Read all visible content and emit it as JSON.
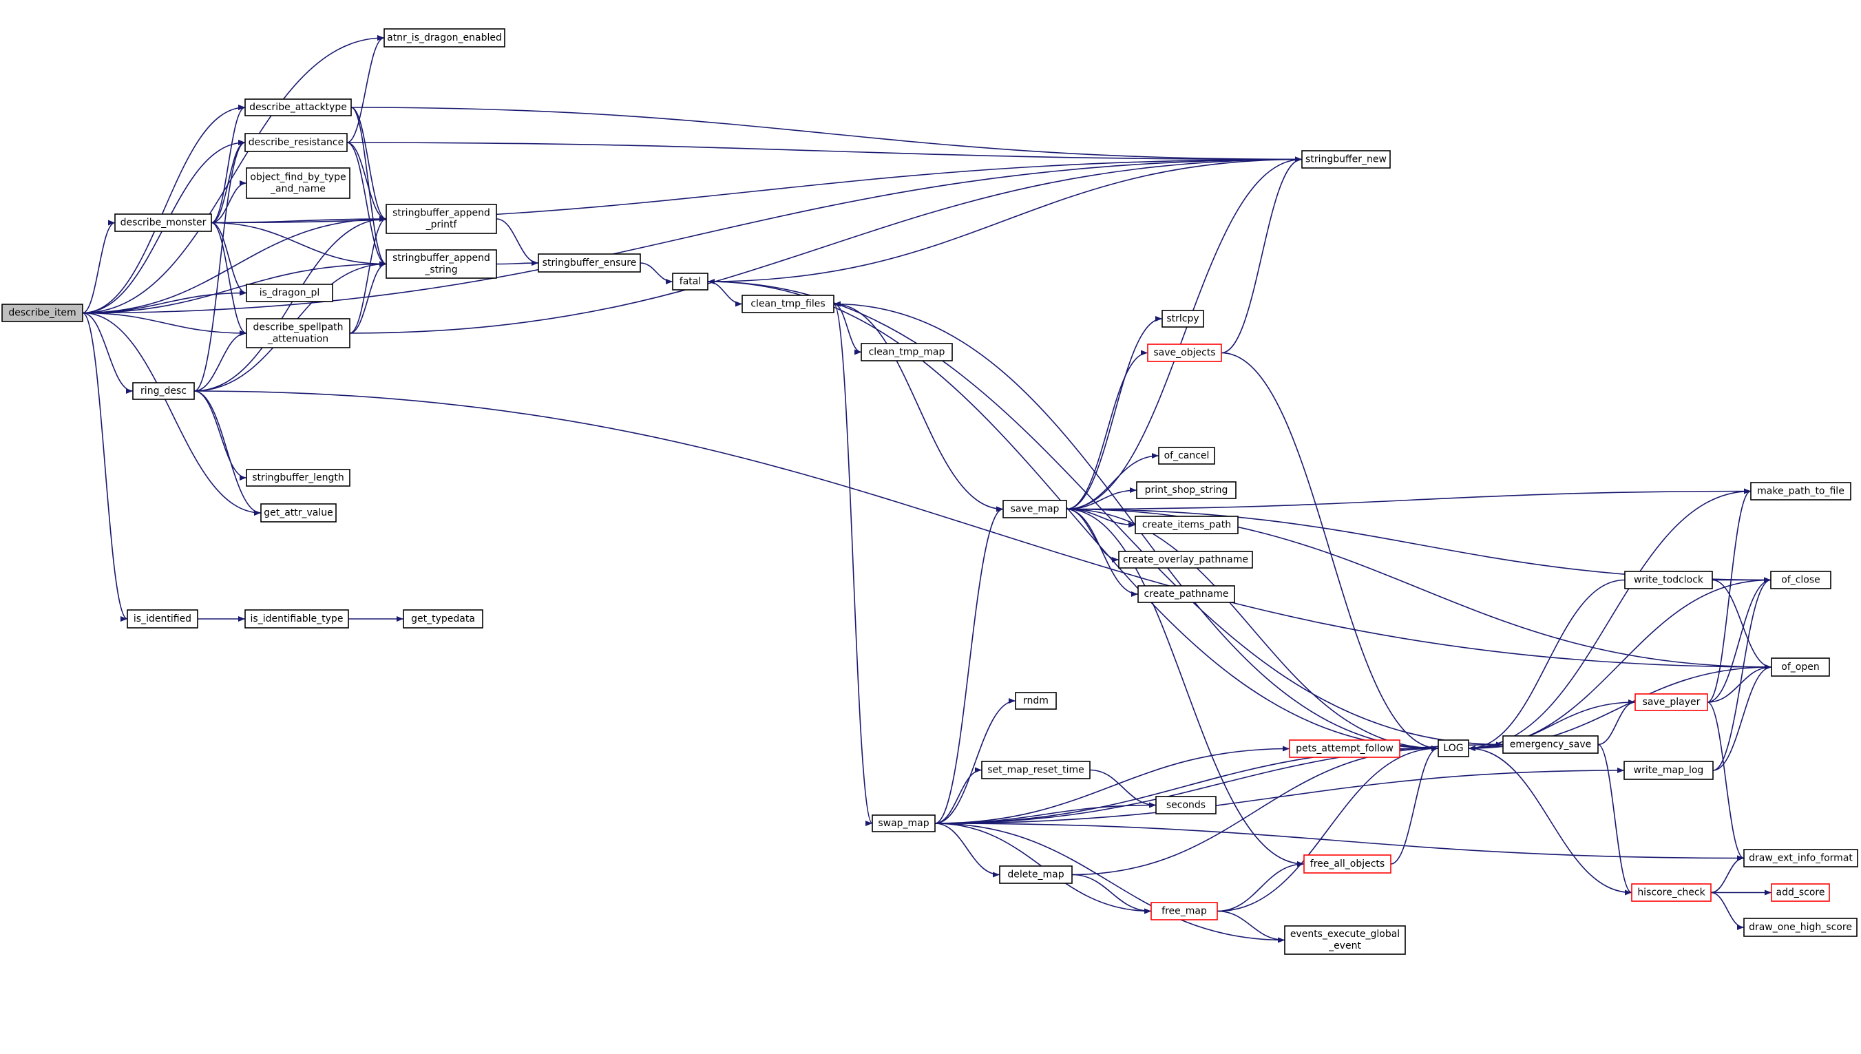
{
  "colors": {
    "edge": "#191970",
    "root_fill": "#bfbfbf",
    "node_border": "#000000",
    "truncated_border": "#ff0000"
  },
  "nodes": {
    "describe_item": {
      "lines": [
        "describe_item"
      ],
      "root": true
    },
    "atnr_is_dragon_enabled": {
      "lines": [
        "atnr_is_dragon_enabled"
      ]
    },
    "describe_attacktype": {
      "lines": [
        "describe_attacktype"
      ]
    },
    "describe_resistance": {
      "lines": [
        "describe_resistance"
      ]
    },
    "object_find_by_type_and_name": {
      "lines": [
        "object_find_by_type",
        "_and_name"
      ]
    },
    "describe_monster": {
      "lines": [
        "describe_monster"
      ]
    },
    "stringbuffer_append_printf": {
      "lines": [
        "stringbuffer_append",
        "_printf"
      ]
    },
    "stringbuffer_append_string": {
      "lines": [
        "stringbuffer_append",
        "_string"
      ]
    },
    "stringbuffer_ensure": {
      "lines": [
        "stringbuffer_ensure"
      ]
    },
    "is_dragon_pl": {
      "lines": [
        "is_dragon_pl"
      ]
    },
    "describe_spellpath_attenuation": {
      "lines": [
        "describe_spellpath",
        "_attenuation"
      ]
    },
    "ring_desc": {
      "lines": [
        "ring_desc"
      ]
    },
    "stringbuffer_length": {
      "lines": [
        "stringbuffer_length"
      ]
    },
    "get_attr_value": {
      "lines": [
        "get_attr_value"
      ]
    },
    "is_identified": {
      "lines": [
        "is_identified"
      ]
    },
    "is_identifiable_type": {
      "lines": [
        "is_identifiable_type"
      ]
    },
    "get_typedata": {
      "lines": [
        "get_typedata"
      ]
    },
    "stringbuffer_new": {
      "lines": [
        "stringbuffer_new"
      ]
    },
    "fatal": {
      "lines": [
        "fatal"
      ]
    },
    "clean_tmp_files": {
      "lines": [
        "clean_tmp_files"
      ]
    },
    "clean_tmp_map": {
      "lines": [
        "clean_tmp_map"
      ]
    },
    "strlcpy": {
      "lines": [
        "strlcpy"
      ]
    },
    "save_objects": {
      "lines": [
        "save_objects"
      ],
      "truncated": true
    },
    "of_cancel": {
      "lines": [
        "of_cancel"
      ]
    },
    "print_shop_string": {
      "lines": [
        "print_shop_string"
      ]
    },
    "save_map": {
      "lines": [
        "save_map"
      ]
    },
    "create_items_path": {
      "lines": [
        "create_items_path"
      ]
    },
    "create_overlay_pathname": {
      "lines": [
        "create_overlay_pathname"
      ]
    },
    "create_pathname": {
      "lines": [
        "create_pathname"
      ]
    },
    "make_path_to_file": {
      "lines": [
        "make_path_to_file"
      ]
    },
    "write_todclock": {
      "lines": [
        "write_todclock"
      ]
    },
    "of_close": {
      "lines": [
        "of_close"
      ]
    },
    "of_open": {
      "lines": [
        "of_open"
      ]
    },
    "rndm": {
      "lines": [
        "rndm"
      ]
    },
    "save_player": {
      "lines": [
        "save_player"
      ],
      "truncated": true
    },
    "pets_attempt_follow": {
      "lines": [
        "pets_attempt_follow"
      ],
      "truncated": true
    },
    "LOG": {
      "lines": [
        "LOG"
      ]
    },
    "emergency_save": {
      "lines": [
        "emergency_save"
      ]
    },
    "write_map_log": {
      "lines": [
        "write_map_log"
      ]
    },
    "set_map_reset_time": {
      "lines": [
        "set_map_reset_time"
      ]
    },
    "seconds": {
      "lines": [
        "seconds"
      ]
    },
    "swap_map": {
      "lines": [
        "swap_map"
      ]
    },
    "delete_map": {
      "lines": [
        "delete_map"
      ]
    },
    "free_all_objects": {
      "lines": [
        "free_all_objects"
      ],
      "truncated": true
    },
    "draw_ext_info_format": {
      "lines": [
        "draw_ext_info_format"
      ]
    },
    "hiscore_check": {
      "lines": [
        "hiscore_check"
      ],
      "truncated": true
    },
    "add_score": {
      "lines": [
        "add_score"
      ],
      "truncated": true
    },
    "draw_one_high_score": {
      "lines": [
        "draw_one_high_score"
      ]
    },
    "free_map": {
      "lines": [
        "free_map"
      ],
      "truncated": true
    },
    "events_execute_global_event": {
      "lines": [
        "events_execute_global",
        "_event"
      ]
    }
  },
  "edges": [
    [
      "describe_item",
      "atnr_is_dragon_enabled"
    ],
    [
      "describe_item",
      "stringbuffer_new"
    ],
    [
      "describe_item",
      "describe_attacktype"
    ],
    [
      "describe_item",
      "describe_resistance"
    ],
    [
      "describe_item",
      "describe_monster"
    ],
    [
      "describe_item",
      "is_dragon_pl"
    ],
    [
      "describe_item",
      "describe_spellpath_attenuation"
    ],
    [
      "describe_item",
      "ring_desc"
    ],
    [
      "describe_item",
      "get_attr_value"
    ],
    [
      "describe_item",
      "stringbuffer_append_printf"
    ],
    [
      "describe_item",
      "stringbuffer_append_string"
    ],
    [
      "describe_item",
      "is_identified"
    ],
    [
      "describe_attacktype",
      "stringbuffer_new"
    ],
    [
      "describe_attacktype",
      "stringbuffer_append_printf"
    ],
    [
      "describe_attacktype",
      "stringbuffer_append_string"
    ],
    [
      "describe_resistance",
      "atnr_is_dragon_enabled"
    ],
    [
      "describe_resistance",
      "stringbuffer_new"
    ],
    [
      "describe_resistance",
      "stringbuffer_append_printf"
    ],
    [
      "describe_resistance",
      "stringbuffer_append_string"
    ],
    [
      "describe_monster",
      "stringbuffer_new"
    ],
    [
      "describe_monster",
      "describe_attacktype"
    ],
    [
      "describe_monster",
      "describe_resistance"
    ],
    [
      "describe_monster",
      "object_find_by_type_and_name"
    ],
    [
      "describe_monster",
      "stringbuffer_append_printf"
    ],
    [
      "describe_monster",
      "stringbuffer_append_string"
    ],
    [
      "describe_monster",
      "is_dragon_pl"
    ],
    [
      "describe_monster",
      "describe_spellpath_attenuation"
    ],
    [
      "describe_spellpath_attenuation",
      "stringbuffer_new"
    ],
    [
      "describe_spellpath_attenuation",
      "stringbuffer_append_printf"
    ],
    [
      "describe_spellpath_attenuation",
      "stringbuffer_append_string"
    ],
    [
      "ring_desc",
      "describe_resistance"
    ],
    [
      "ring_desc",
      "describe_spellpath_attenuation"
    ],
    [
      "ring_desc",
      "stringbuffer_append_printf"
    ],
    [
      "ring_desc",
      "stringbuffer_append_string"
    ],
    [
      "ring_desc",
      "stringbuffer_length"
    ],
    [
      "ring_desc",
      "get_attr_value"
    ],
    [
      "ring_desc",
      "of_open"
    ],
    [
      "stringbuffer_append_printf",
      "stringbuffer_ensure"
    ],
    [
      "stringbuffer_append_string",
      "stringbuffer_ensure"
    ],
    [
      "stringbuffer_ensure",
      "fatal"
    ],
    [
      "stringbuffer_new",
      "fatal"
    ],
    [
      "is_identified",
      "is_identifiable_type"
    ],
    [
      "is_identifiable_type",
      "get_typedata"
    ],
    [
      "fatal",
      "clean_tmp_files"
    ],
    [
      "fatal",
      "emergency_save"
    ],
    [
      "fatal",
      "LOG"
    ],
    [
      "clean_tmp_files",
      "clean_tmp_map"
    ],
    [
      "clean_tmp_files",
      "save_map"
    ],
    [
      "clean_tmp_files",
      "swap_map"
    ],
    [
      "save_map",
      "strlcpy"
    ],
    [
      "save_map",
      "save_objects"
    ],
    [
      "save_map",
      "make_path_to_file"
    ],
    [
      "save_map",
      "of_close"
    ],
    [
      "save_map",
      "of_cancel"
    ],
    [
      "save_map",
      "print_shop_string"
    ],
    [
      "save_map",
      "create_items_path"
    ],
    [
      "save_map",
      "create_overlay_pathname"
    ],
    [
      "save_map",
      "create_pathname"
    ],
    [
      "save_map",
      "stringbuffer_new"
    ],
    [
      "save_map",
      "of_open"
    ],
    [
      "save_map",
      "LOG"
    ],
    [
      "save_map",
      "free_all_objects"
    ],
    [
      "save_objects",
      "stringbuffer_new"
    ],
    [
      "save_objects",
      "LOG"
    ],
    [
      "write_todclock",
      "of_close"
    ],
    [
      "write_todclock",
      "of_open"
    ],
    [
      "write_todclock",
      "LOG"
    ],
    [
      "swap_map",
      "save_map"
    ],
    [
      "swap_map",
      "rndm"
    ],
    [
      "swap_map",
      "pets_attempt_follow"
    ],
    [
      "swap_map",
      "LOG"
    ],
    [
      "swap_map",
      "set_map_reset_time"
    ],
    [
      "swap_map",
      "seconds"
    ],
    [
      "swap_map",
      "delete_map"
    ],
    [
      "swap_map",
      "free_map"
    ],
    [
      "swap_map",
      "events_execute_global_event"
    ],
    [
      "swap_map",
      "emergency_save"
    ],
    [
      "swap_map",
      "write_map_log"
    ],
    [
      "swap_map",
      "draw_ext_info_format"
    ],
    [
      "pets_attempt_follow",
      "LOG"
    ],
    [
      "set_map_reset_time",
      "seconds"
    ],
    [
      "delete_map",
      "LOG"
    ],
    [
      "delete_map",
      "free_map"
    ],
    [
      "free_map",
      "free_all_objects"
    ],
    [
      "free_map",
      "LOG"
    ],
    [
      "free_map",
      "events_execute_global_event"
    ],
    [
      "free_all_objects",
      "LOG"
    ],
    [
      "LOG",
      "emergency_save"
    ],
    [
      "LOG",
      "clean_tmp_files"
    ],
    [
      "emergency_save",
      "save_player"
    ],
    [
      "emergency_save",
      "hiscore_check"
    ],
    [
      "save_player",
      "LOG"
    ],
    [
      "save_player",
      "make_path_to_file"
    ],
    [
      "save_player",
      "of_close"
    ],
    [
      "save_player",
      "of_open"
    ],
    [
      "save_player",
      "draw_ext_info_format"
    ],
    [
      "write_map_log",
      "of_close"
    ],
    [
      "write_map_log",
      "of_open"
    ],
    [
      "hiscore_check",
      "LOG"
    ],
    [
      "hiscore_check",
      "draw_ext_info_format"
    ],
    [
      "hiscore_check",
      "add_score"
    ],
    [
      "hiscore_check",
      "draw_one_high_score"
    ],
    [
      "make_path_to_file",
      "LOG"
    ],
    [
      "of_close",
      "LOG"
    ],
    [
      "of_open",
      "LOG"
    ]
  ]
}
